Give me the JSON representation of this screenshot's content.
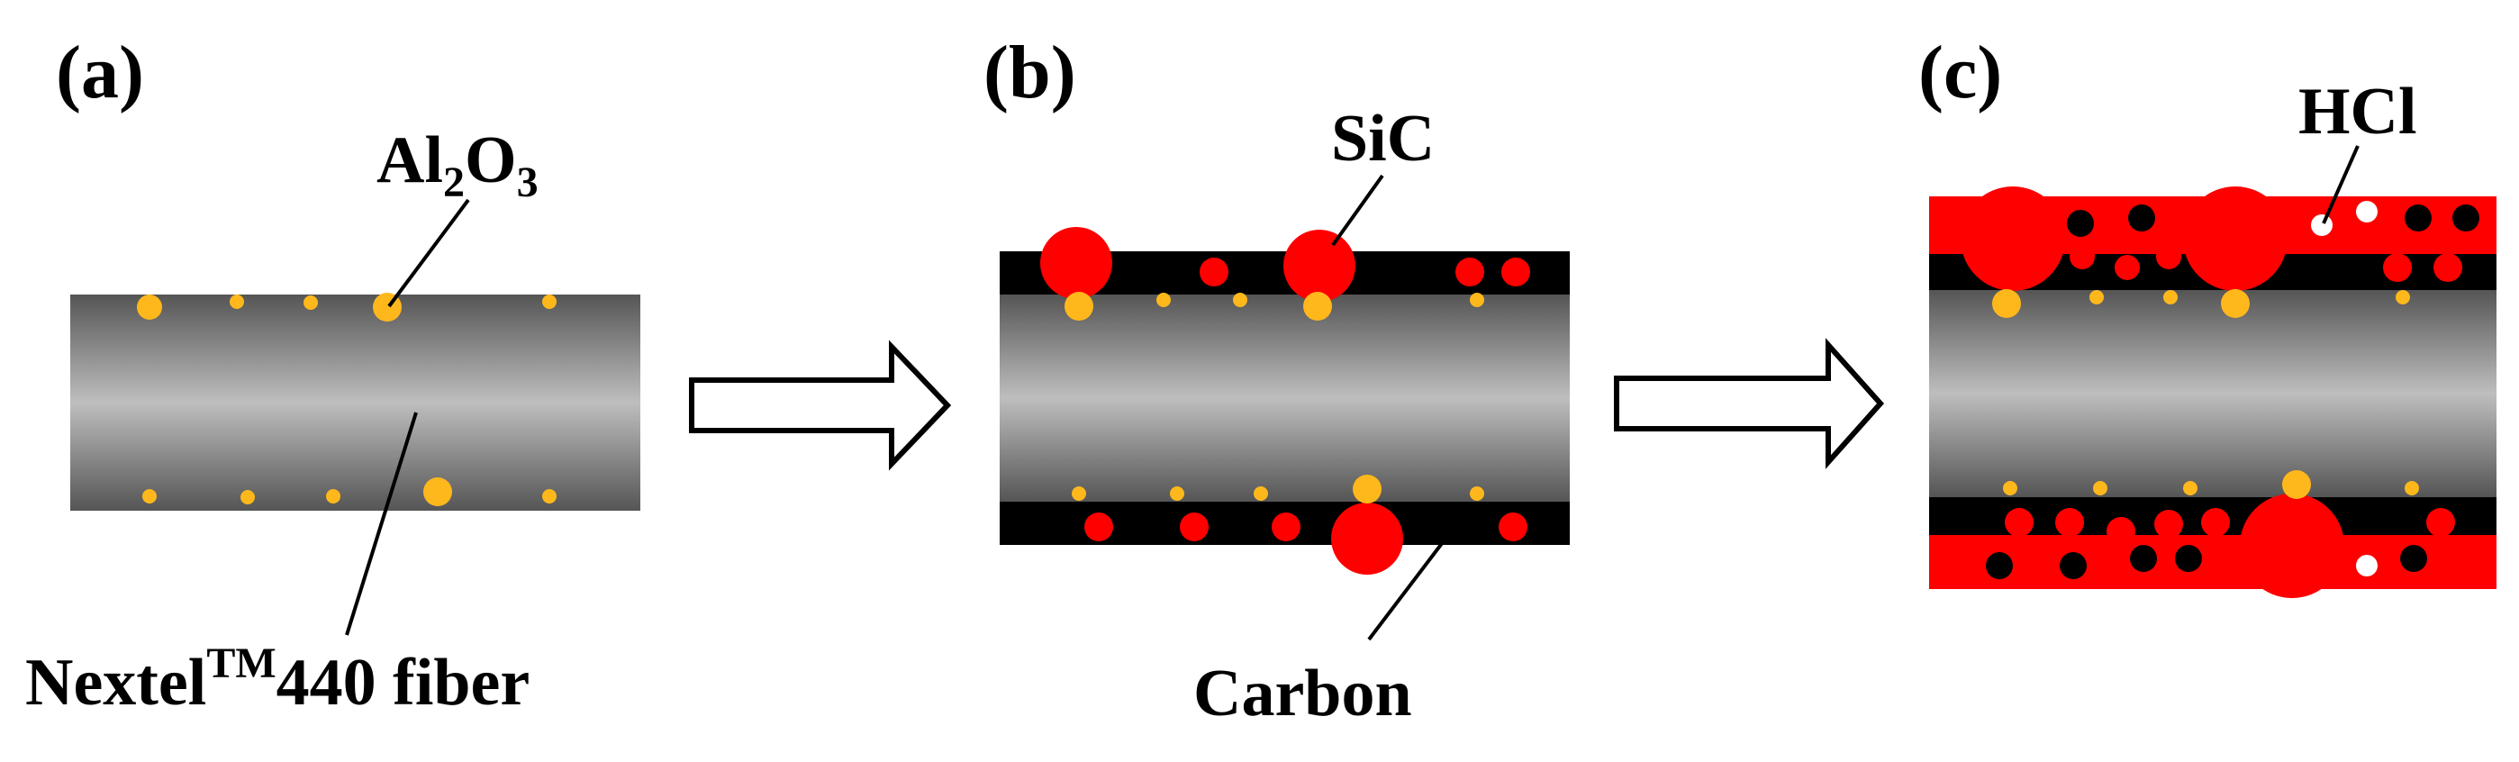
{
  "panels": {
    "a": {
      "label": "(a)"
    },
    "b": {
      "label": "(b)"
    },
    "c": {
      "label": "(c)"
    }
  },
  "annotations": {
    "al2o3": {
      "base1": "Al",
      "sub1": "2",
      "base2": "O",
      "sub2": "3"
    },
    "fiber": {
      "base": "Nextel",
      "sup": "TM",
      "rest": "440 fiber"
    },
    "sic": {
      "text": "SiC"
    },
    "carbon": {
      "text": "Carbon"
    },
    "hcl": {
      "text": "HCl"
    }
  },
  "arrows": [
    {
      "from": "a",
      "to": "b"
    },
    {
      "from": "b",
      "to": "c"
    }
  ],
  "colors": {
    "al2o3_particle": "#FFB81C",
    "sic_particle": "#FF0000",
    "carbon_layer": "#000000",
    "sic_layer": "#FF0000",
    "hcl_particle": "#FFFFFF",
    "fiber_edge": "#555555",
    "fiber_center": "#BEBEBE"
  }
}
